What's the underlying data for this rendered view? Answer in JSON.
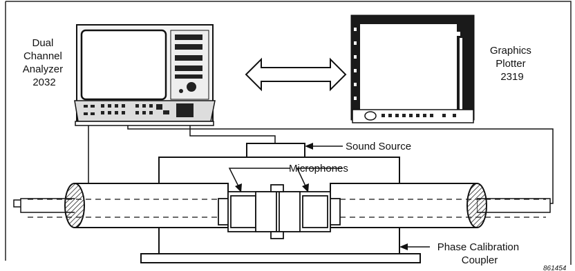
{
  "labels": {
    "analyzer": [
      "Dual",
      "Channel",
      "Analyzer",
      "2032"
    ],
    "plotter": [
      "Graphics",
      "Plotter",
      "2319"
    ],
    "sound_source": "Sound Source",
    "microphones": "Microphones",
    "coupler": [
      "Phase Calibration",
      "Coupler"
    ],
    "figure_id": "861454"
  }
}
